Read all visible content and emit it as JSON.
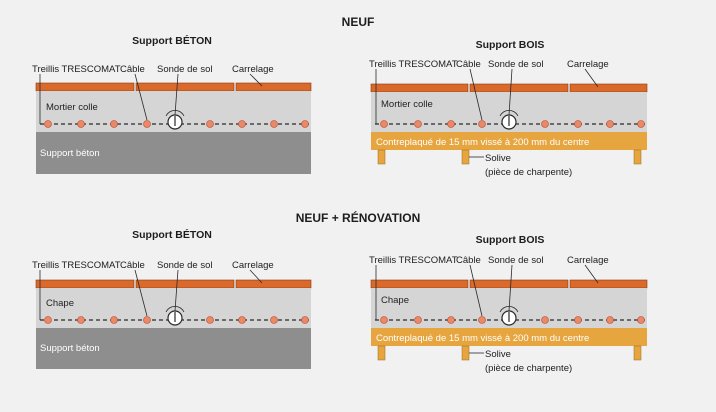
{
  "sections": [
    {
      "title": "NEUF",
      "panels": [
        {
          "type": "beton",
          "subtitle": "Support BÉTON",
          "labels": {
            "treillis": "Treillis TRESCOMAT",
            "cable": "Câble",
            "sonde": "Sonde de sol",
            "carrelage": "Carrelage"
          },
          "layer_mortar": "Mortier colle",
          "layer_base": "Support béton"
        },
        {
          "type": "bois",
          "subtitle": "Support BOIS",
          "labels": {
            "treillis": "Treillis TRESCOMAT",
            "cable": "Câble",
            "sonde": "Sonde de sol",
            "carrelage": "Carrelage"
          },
          "layer_mortar": "Mortier colle",
          "layer_plywood": "Contreplaqué de 15 mm vissé à 200 mm du centre",
          "solive": "Solive",
          "solive_note": "(pièce de charpente)"
        }
      ]
    },
    {
      "title": "NEUF + RÉNOVATION",
      "panels": [
        {
          "type": "beton",
          "subtitle": "Support BÉTON",
          "labels": {
            "treillis": "Treillis TRESCOMAT",
            "cable": "Câble",
            "sonde": "Sonde de sol",
            "carrelage": "Carrelage"
          },
          "layer_mortar": "Chape",
          "layer_base": "Support béton"
        },
        {
          "type": "bois",
          "subtitle": "Support BOIS",
          "labels": {
            "treillis": "Treillis TRESCOMAT",
            "cable": "Câble",
            "sonde": "Sonde de sol",
            "carrelage": "Carrelage"
          },
          "layer_mortar": "Chape",
          "layer_plywood": "Contreplaqué de 15 mm vissé à 200 mm du centre",
          "solive": "Solive",
          "solive_note": "(pièce de charpente)"
        }
      ]
    }
  ],
  "colors": {
    "background": "#f1f1f1",
    "tile": "#d96a2b",
    "mortar": "#d5d5d5",
    "concrete": "#8e8e8e",
    "plywood": "#e6a53f",
    "joist": "#e6a53f",
    "cable_dot": "#ee8668",
    "line": "#2a2a2a"
  }
}
